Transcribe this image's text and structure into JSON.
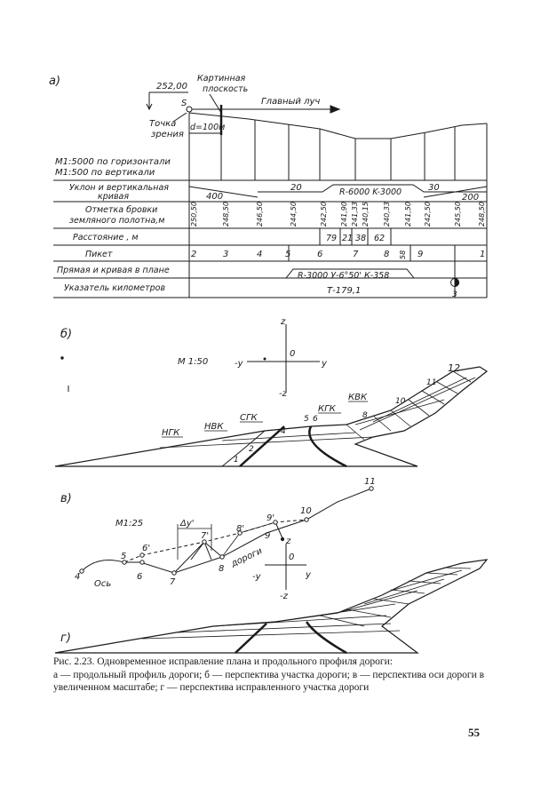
{
  "panel_a": {
    "label": "а)",
    "dim_value": "252,00",
    "S": "S",
    "picture_plane": [
      "Картинная",
      "плоскость"
    ],
    "main_ray": "Главный луч",
    "view_point": [
      "Точка",
      "зрения"
    ],
    "d_label": "d=100м",
    "scale": [
      "М1:5000 по горизонтали",
      "М1:500  по вертикали"
    ],
    "rows": {
      "slope": [
        "Уклон  и  вертикальная",
        "кривая"
      ],
      "elev": [
        "Отметка бровки",
        "земляного полотна,м"
      ],
      "dist": "Расстояние , м",
      "picket": "Пикет",
      "plan": "Прямая и кривая в плане",
      "km": "Указатель километров"
    },
    "slope_values": [
      "400",
      "20",
      "R-6000  K-3000",
      "30",
      "200"
    ],
    "elevations": [
      "250,50",
      "248,50",
      "246,50",
      "244,50",
      "242,50",
      "241,90",
      "241,33",
      "240,15",
      "240,33",
      "241,50",
      "242,50",
      "245,50",
      "248,50"
    ],
    "distances": [
      "79",
      "21",
      "38",
      "62"
    ],
    "pickets": [
      "2",
      "3",
      "4",
      "5",
      "6",
      "7",
      "8",
      "58",
      "9",
      "1"
    ],
    "curve": "R-3000  У-6°50'  К-358",
    "km_text": "Т-179,1",
    "km_mark": "3"
  },
  "panel_b": {
    "label": "б)",
    "scale": "М 1:50",
    "axes": [
      "z",
      "-у",
      "0",
      "у",
      "-z"
    ],
    "marks": [
      "НГК",
      "НВК",
      "СГК",
      "КГК",
      "КВК"
    ],
    "nums": [
      "1",
      "2",
      "4",
      "5",
      "6",
      "8",
      "10",
      "11",
      "12"
    ]
  },
  "panel_c": {
    "label": "в)",
    "scale": "М1:25",
    "dy": "Δу'",
    "axis_label": "Ось",
    "road_label": "дороги",
    "axes": [
      "z",
      "-у",
      "0",
      "у",
      "-z"
    ],
    "pts": [
      "4",
      "5",
      "6'",
      "6",
      "7",
      "7'",
      "8'",
      "8",
      "9'",
      "9",
      "10",
      "11"
    ]
  },
  "panel_d": {
    "label": "г)"
  },
  "caption": {
    "title": "Рис. 2.23. Одновременное исправление плана и продольного профиля дороги:",
    "body": "а — продольный профиль дороги; б — перспектива участка дороги; в — перспектива оси дороги в увеличенном масштабе; г — перспектива исправленного участка дороги"
  },
  "page_number": "55"
}
